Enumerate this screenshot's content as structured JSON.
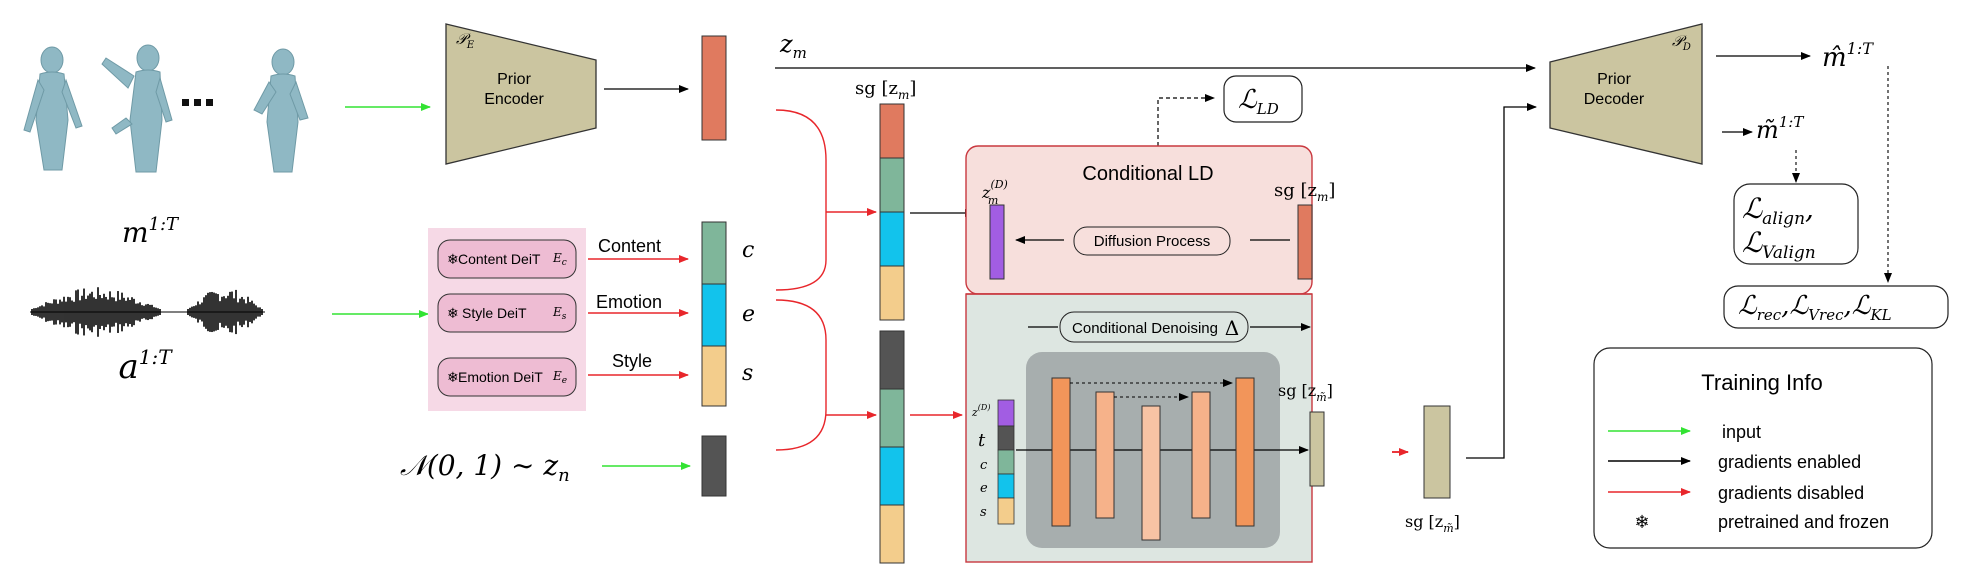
{
  "inputs": {
    "motion_label": "m",
    "motion_sup": "1:T",
    "audio_label": "a",
    "audio_sup": "1:T",
    "ellipsis": "...",
    "noise_label": "𝒩(0, 1) ∼ z",
    "noise_sub": "n"
  },
  "prior_encoder": {
    "line1": "Prior",
    "line2": "Encoder",
    "tag": "𝒫",
    "tag_sub": "E"
  },
  "prior_decoder": {
    "line1": "Prior",
    "line2": "Decoder",
    "tag": "𝒫",
    "tag_sub": "D"
  },
  "latent_zm": {
    "label": "z",
    "sub": "m"
  },
  "encoders": [
    {
      "label": "Content DeiT",
      "tag": "E",
      "tag_sub": "c",
      "snow": "❄"
    },
    {
      "label": "Style DeiT",
      "tag": "E",
      "tag_sub": "s",
      "snow": "❄"
    },
    {
      "label": "Emotion DeiT",
      "tag": "E",
      "tag_sub": "e",
      "snow": "❄"
    }
  ],
  "embed_arrows": {
    "content": "Content",
    "emotion": "Emotion",
    "style": "Style"
  },
  "embed_letters": {
    "c": "c",
    "e": "e",
    "s": "s"
  },
  "sg_zm": "sg [z",
  "sg_zm_sub": "m",
  "sg_close": "]",
  "loss_ld": {
    "script": "ℒ",
    "sub": "LD"
  },
  "conditional_ld": {
    "title": "Conditional LD",
    "zmD": "z",
    "zmD_sup": "(D)",
    "zmD_sub": "m",
    "diffusion": "Diffusion Process",
    "sg_zm": "sg [z",
    "sg_zm_sub": "m",
    "sg_close": "]"
  },
  "denoising": {
    "label": "Conditional Denoising",
    "delta": "Δ",
    "stack_letters": [
      "t",
      "c",
      "e",
      "s"
    ],
    "sg_out": "sg [z",
    "sg_out_sub": "m̃",
    "sg_close": "]"
  },
  "outputs": {
    "mhat": "m̂",
    "mhat_sup": "1:T",
    "mtilde": "m̃",
    "mtilde_sup": "1:T",
    "sg_label": "sg [z",
    "sg_label_sub": "m̃",
    "sg_close": "]"
  },
  "losses": {
    "align_1": "ℒ",
    "align_1_sub": "align",
    "align_2": "ℒ",
    "align_2_sub": "Valign",
    "rec": "ℒ",
    "rec_sub": "rec",
    "vrec": "ℒ",
    "vrec_sub": "Vrec",
    "kl": "ℒ",
    "kl_sub": "KL"
  },
  "legend": {
    "title": "Training Info",
    "items": [
      {
        "label": "input",
        "color": "#32e332"
      },
      {
        "label": "gradients enabled",
        "color": "#000000"
      },
      {
        "label": "gradients disabled",
        "color": "#e8262b"
      },
      {
        "label": "pretrained and frozen",
        "symbol": "❄"
      }
    ]
  },
  "colors": {
    "prior_box": "#cbc5a0",
    "z_orange": "#e07a5f",
    "green_block": "#7fb69a",
    "cyan_block": "#12c3ec",
    "tan_block": "#f3cd8c",
    "dark_block": "#545454",
    "purple_block": "#a25de3",
    "ld_top": "#f7dfdc",
    "ld_bottom": "#dde6e1",
    "unet_bg": "#a7aeae",
    "encoder_pink": "#eebcd3",
    "encoder_bg": "#f6d9e6",
    "green_arrow": "#32e332",
    "red_arrow": "#e8262b"
  }
}
